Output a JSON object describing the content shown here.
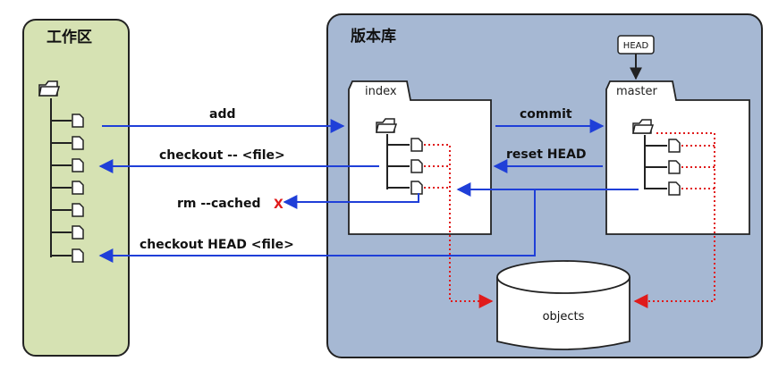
{
  "workspace": {
    "title": "工作区"
  },
  "repository": {
    "title": "版本库",
    "index_label": "index",
    "master_label": "master",
    "head_label": "HEAD",
    "objects_label": "objects"
  },
  "commands": {
    "add": "add",
    "checkout_file": "checkout -- <file>",
    "rm_cached": "rm --cached",
    "rm_cached_mark": "X",
    "checkout_head": "checkout HEAD <file>",
    "commit": "commit",
    "reset_head": "reset HEAD"
  },
  "colors": {
    "workspace_fill": "#d6e2b3",
    "repository_fill": "#a6b8d3",
    "arrow_blue": "#1f3fd8",
    "arrow_red": "#e01b1b"
  }
}
